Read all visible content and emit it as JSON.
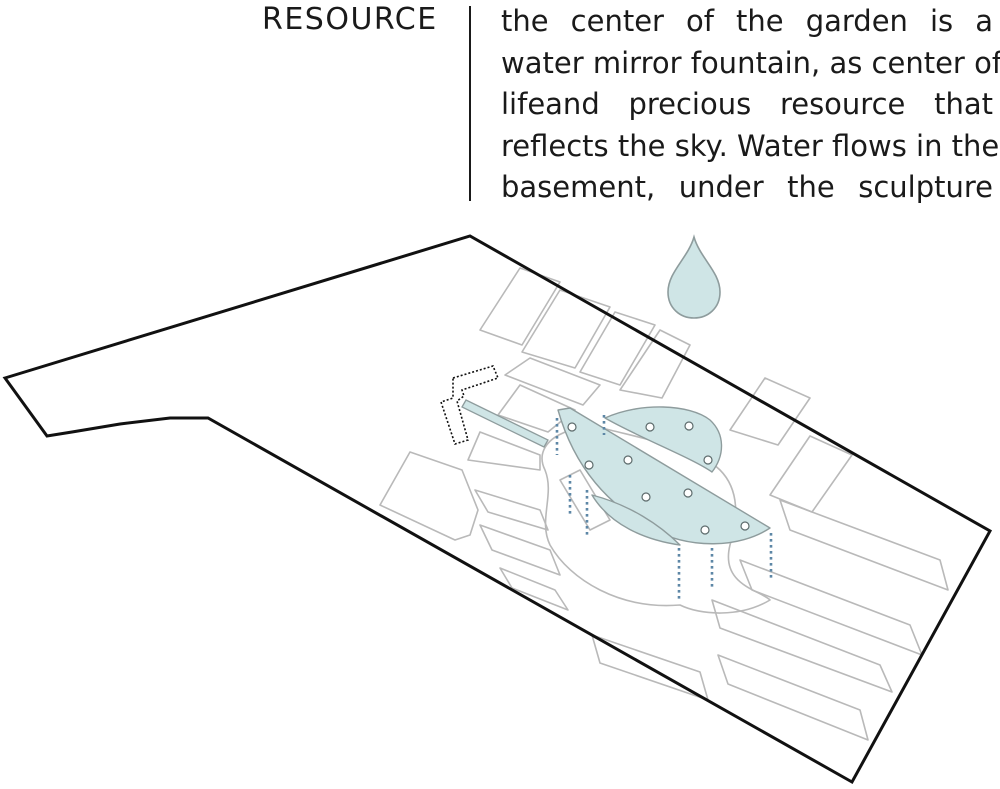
{
  "header": {
    "title": "RESOURCE"
  },
  "description": {
    "lines": [
      "the center of the garden is a",
      "water mirror fountain, as center of",
      "lifeand precious resource that",
      "reflects the sky. Water flows in the",
      "basement, under the sculpture"
    ]
  },
  "colors": {
    "outline": "#111111",
    "streets": "#b9b9b9",
    "water_fill": "#cfe5e6",
    "water_stroke": "#8e9c9d",
    "dots": "#5d87a6"
  },
  "icons": {
    "drop": "water-drop-icon"
  }
}
